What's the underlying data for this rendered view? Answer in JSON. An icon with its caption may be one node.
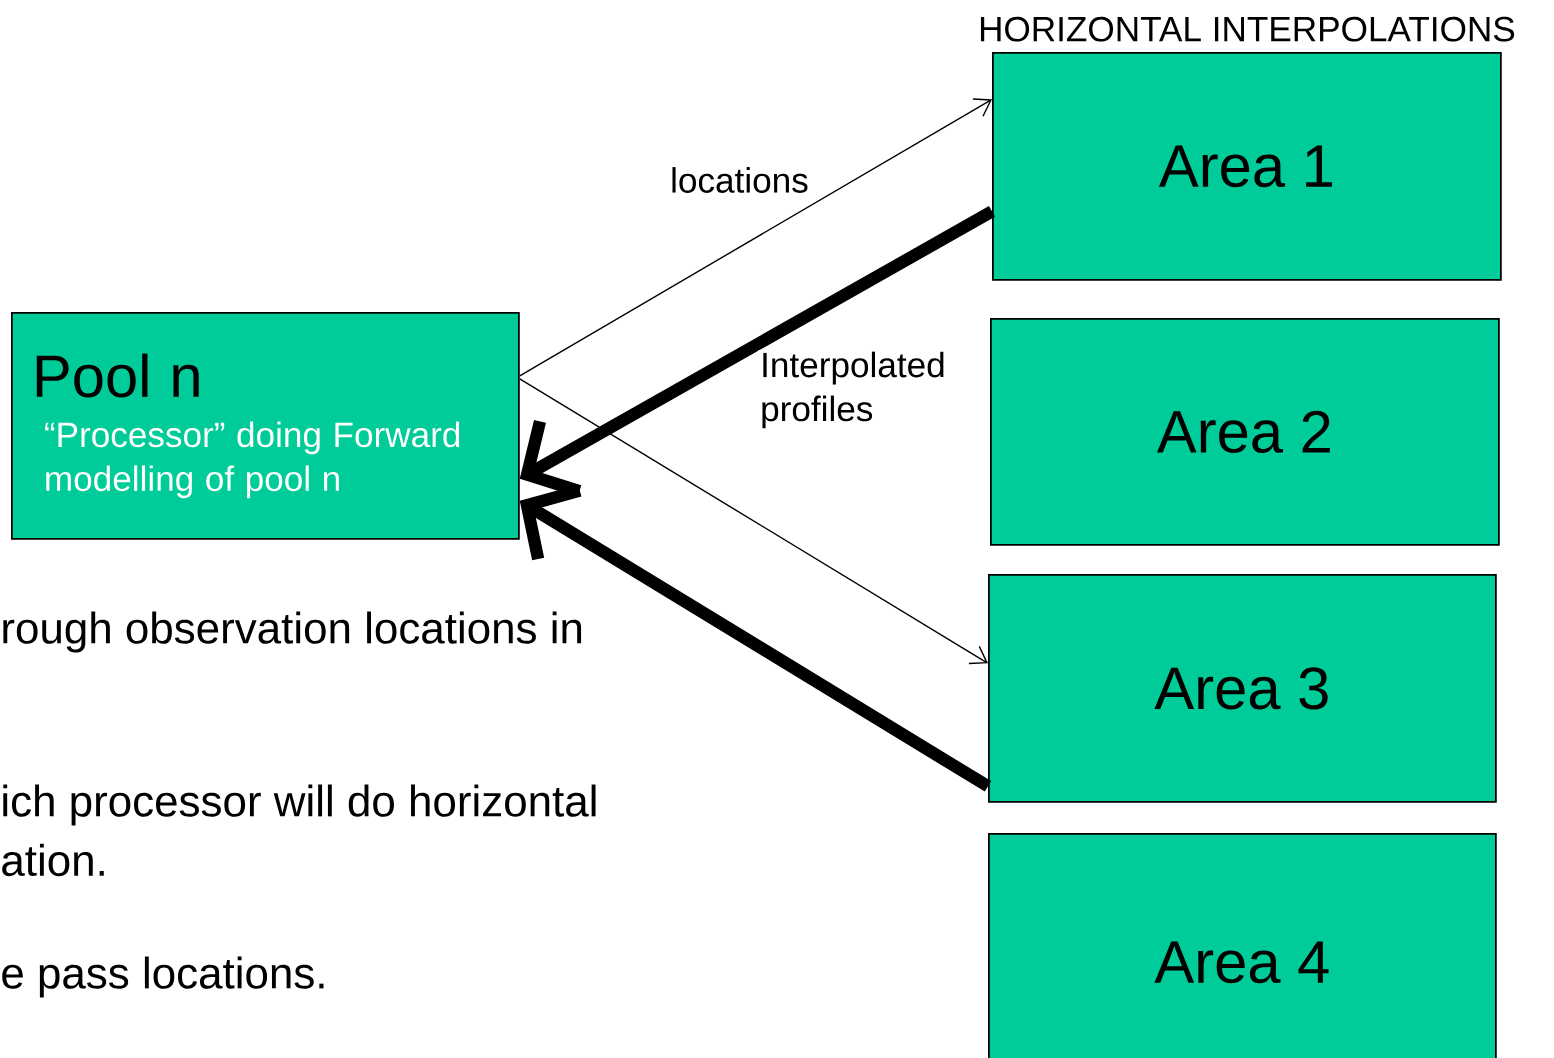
{
  "diagram": {
    "nodes": [
      {
        "text": [
          "Pool n",
          "“Processor” doing Forward modelling of pool n"
        ]
      },
      {
        "text": [
          "Area 1"
        ],
        "beside": [
          "HORIZONTAL INTERPOLATIONS"
        ]
      },
      {
        "text": [
          "Area 2"
        ]
      },
      {
        "text": [
          "Area 3"
        ]
      },
      {
        "text": [
          "Area 4"
        ]
      }
    ],
    "edges": [
      {
        "from": 0,
        "to": 1,
        "arrow": "to",
        "label": "locations"
      },
      {
        "from": 1,
        "to": 0,
        "arrow": "to",
        "style": "thick",
        "label": "Interpolated profiles"
      },
      {
        "from": 0,
        "to": 3,
        "arrow": "to"
      },
      {
        "from": 3,
        "to": 0,
        "arrow": "to",
        "style": "thick"
      }
    ],
    "labels": [
      "rough observation locations in",
      "ich processor will do horizontal",
      "ation.",
      "e pass locations."
    ]
  }
}
